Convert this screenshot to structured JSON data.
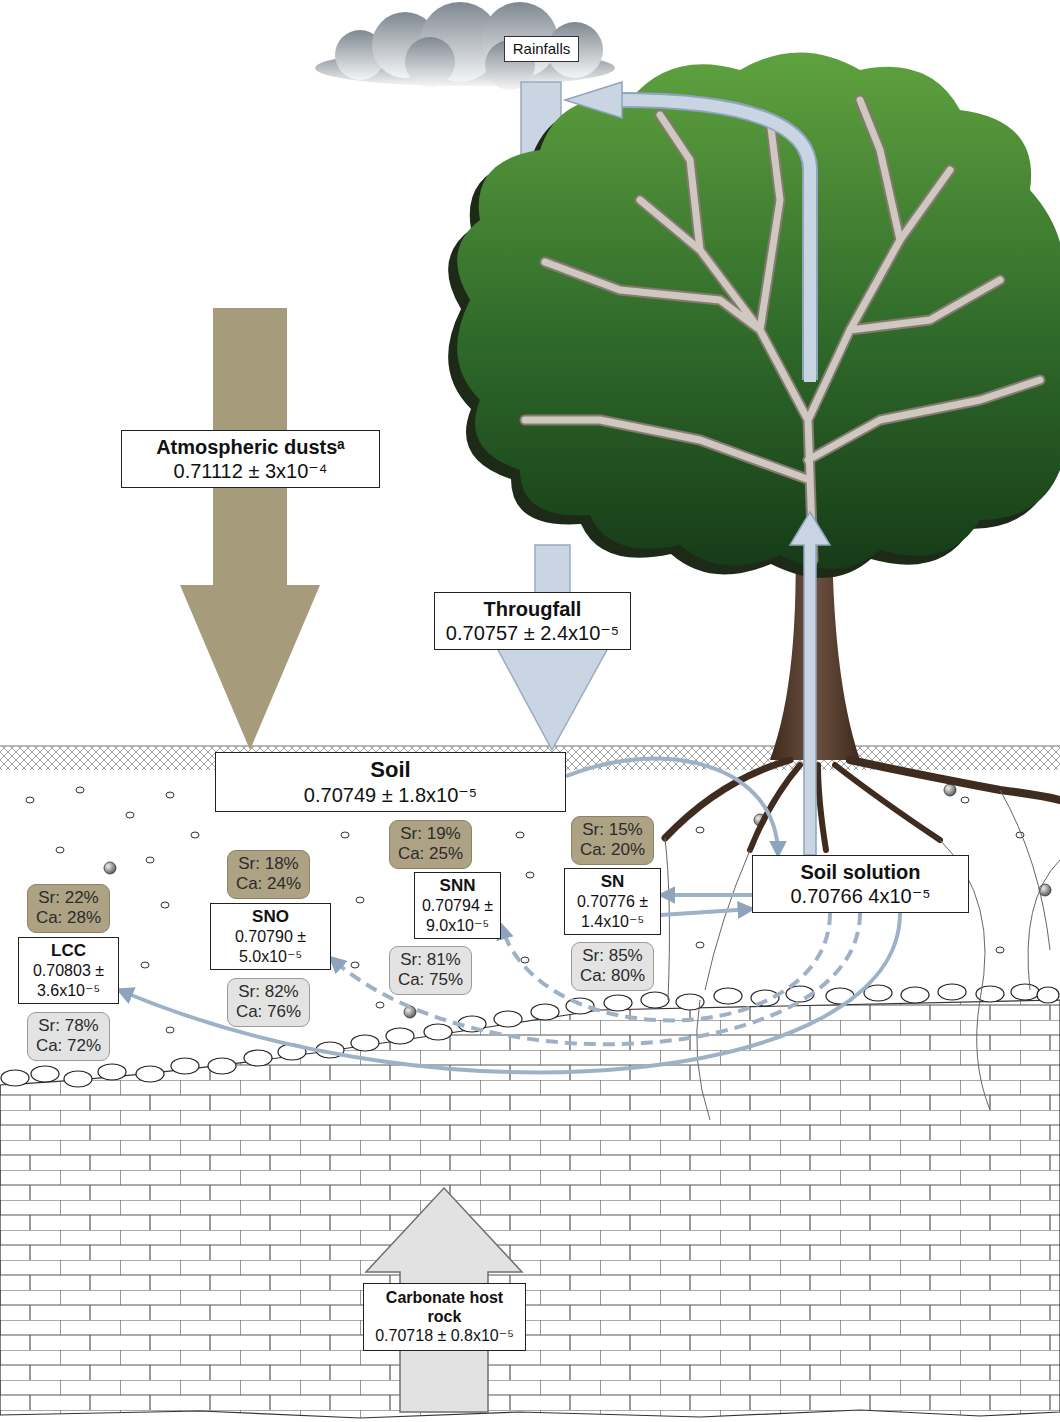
{
  "diagram": {
    "nodes": [
      {
        "text": [
          "Rainfalls"
        ]
      },
      {
        "text": [
          "Atmospheric dustsᵃ",
          "0.71112 ± 3x10⁻⁴"
        ]
      },
      {
        "text": [
          "Througfall",
          "0.70757 ± 2.4x10⁻⁵"
        ]
      },
      {
        "text": [
          "Soil",
          "0.70749 ± 1.8x10⁻⁵"
        ]
      },
      {
        "text": [
          "Soil solution",
          "0.70766 4x10⁻⁵"
        ]
      },
      {
        "text": [
          "SN",
          "0.70776 ± 1.4x10⁻⁵"
        ]
      },
      {
        "text": [
          "SNN",
          "0.70794 ± 9.0x10⁻⁵"
        ]
      },
      {
        "text": [
          "SNO",
          "0.70790 ± 5.0x10⁻⁵"
        ]
      },
      {
        "text": [
          "LCC",
          "0.70803 ± 3.6x10⁻⁵"
        ]
      },
      {
        "text": [
          "Carbonate host rock",
          "0.70718 ± 0.8x10⁻⁵"
        ]
      },
      {
        "text": [
          "Sr: 22%",
          "Ca: 28%"
        ]
      },
      {
        "text": [
          "Sr: 78%",
          "Ca: 72%"
        ]
      },
      {
        "text": [
          "Sr: 18%",
          "Ca: 24%"
        ]
      },
      {
        "text": [
          "Sr: 82%",
          "Ca: 76%"
        ]
      },
      {
        "text": [
          "Sr: 19%",
          "Ca: 25%"
        ]
      },
      {
        "text": [
          "Sr: 81%",
          "Ca: 75%"
        ]
      },
      {
        "text": [
          "Sr: 15%",
          "Ca: 20%"
        ]
      },
      {
        "text": [
          "Sr: 85%",
          "Ca: 80%"
        ]
      }
    ],
    "edges": [
      {
        "from": 3,
        "to": 4,
        "arrow": "to"
      },
      {
        "from": 5,
        "to": 4,
        "arrow": "to"
      },
      {
        "from": 4,
        "to": 5,
        "arrow": "to"
      },
      {
        "from": 4,
        "to": 8,
        "arrow": "to"
      },
      {
        "from": 4,
        "to": 7,
        "arrow": "to"
      },
      {
        "from": 4,
        "to": 6,
        "arrow": "to"
      }
    ]
  }
}
